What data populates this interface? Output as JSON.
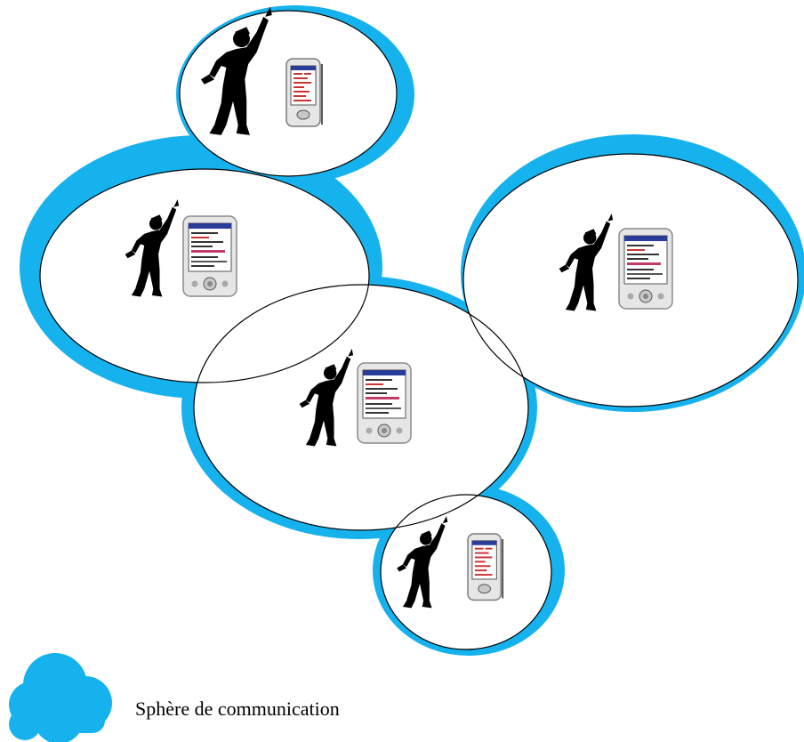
{
  "colors": {
    "sphere_fill": "#16B2EE",
    "zone_fill": "#FFFFFF",
    "outline": "#000000",
    "figure": "#000000",
    "device_body": "#E6E6E6",
    "device_screen": "#FFFFFF",
    "device_header": "#2A3C9A"
  },
  "icons": {
    "person": "person-pointing-silhouette-icon",
    "device": "pda-handheld-icon",
    "legend": "blue-cloud-icon"
  },
  "nodes": [
    {
      "id": "node-1",
      "device": "slim-phone"
    },
    {
      "id": "node-2",
      "device": "pda"
    },
    {
      "id": "node-3",
      "device": "pda"
    },
    {
      "id": "node-4",
      "device": "pda"
    },
    {
      "id": "node-5",
      "device": "slim-phone"
    }
  ],
  "legend": {
    "label": "Sphère de communication"
  }
}
